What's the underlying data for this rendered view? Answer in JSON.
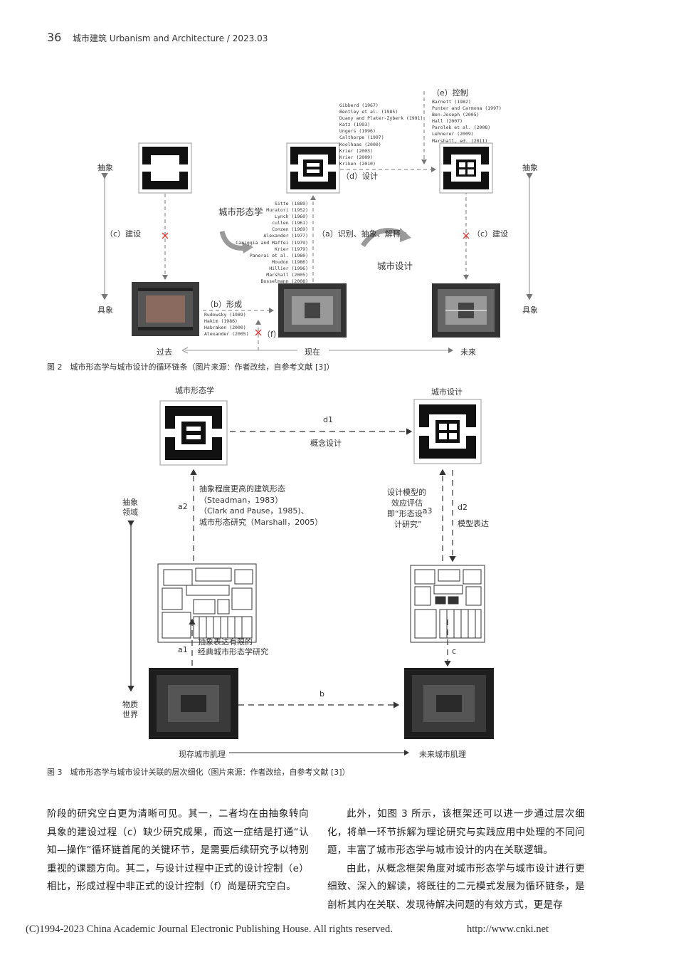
{
  "header": {
    "page_number": "36",
    "journal": "城市建筑 Urbanism and Architecture / 2023.03"
  },
  "fig2": {
    "left_abstract": "抽象",
    "left_concrete": "具象",
    "right_abstract": "抽象",
    "right_concrete": "具象",
    "c_build_left": "（c）建设",
    "c_build_right": "（c）建设",
    "a_label": "（a）识别、抽象、解释",
    "b_label": "（b）形成",
    "d_label": "（d）设计",
    "e_label": "（e）控制",
    "f_label": "（f）",
    "morphology": "城市形态学",
    "urban_design": "城市设计",
    "past": "过去",
    "present": "现在",
    "future": "未来",
    "d_refs": [
      "Gibberd (1967)",
      "Bentley et al. (1985)",
      "Duany and Plater-Zyberk (1991)",
      "Katz (1993)",
      "Ungers (1996)",
      "Calthorpe (1997)",
      "Koolhaas (2000)",
      "Krier (2003)",
      "Krier (2009)",
      "Kriken (2010)"
    ],
    "e_refs": [
      "Barnett (1982)",
      "Punter and Carmona (1997)",
      "Ben-Joseph (2005)",
      "Hall (2007)",
      "Parolek et al. (2008)",
      "Lehnerer (2009)",
      "Marshall, ed. (2011)"
    ],
    "a_refs": [
      "Sitte (1889)",
      "Muratori (1952)",
      "Lynch (1960)",
      "cullen (1961)",
      "Conzen (1969)",
      "Alexander (1977)",
      "Caniggia and Maffei (1979)",
      "Krier (1979)",
      "Panerai et al. (1980)",
      "Moudon (1986)",
      "Hillier (1996)",
      "Marshall (2005)",
      "Bosselmann (2008)"
    ],
    "b_refs": [
      "Rudowsky (1989)",
      "Hakim (1986)",
      "Habraken (2000)",
      "Alexander (2005)"
    ],
    "caption": "图 2　城市形态学与城市设计的循环链条（图片来源：作者改绘，自参考文献 [3]）"
  },
  "fig3": {
    "morphology": "城市形态学",
    "urban_design": "城市设计",
    "d1": "d1",
    "concept_design": "概念设计",
    "a2": "a2",
    "a2_text": [
      "抽象程度更高的建筑形态",
      "（Steadman，1983）",
      "（Clark and Pause，1985)、",
      "城市形态研究（Marshall，2005）"
    ],
    "abstract_domain": [
      "抽象",
      "领域"
    ],
    "physical_world": [
      "物质",
      "世界"
    ],
    "a3_text_1": "设计模型的",
    "a3_text_2": "效应评估",
    "a3_text_3": "即“形态设",
    "a3_label": "a3",
    "a3_text_4": "计研究”",
    "d2": "d2",
    "model_expression": "模型表达",
    "a1": "a1",
    "a1_text": [
      "抽象表达有限的",
      "经典城市形态学研究"
    ],
    "c": "c",
    "b": "b",
    "existing": "现存城市肌理",
    "future": "未来城市肌理",
    "caption": "图 3　城市形态学与城市设计关联的层次细化（图片来源：作者改绘，自参考文献 [3]）"
  },
  "body": {
    "left_col": "阶段的研究空白更为清晰可见。其一，二者均在由抽象转向具象的建设过程（c）缺少研究成果，而这一症结是打通“认知—操作”循环链首尾的关键环节，是需要后续研究予以特别重视的课题方向。其二，与设计过程中正式的设计控制（e）相比，形成过程中非正式的设计控制（f）尚是研究空白。",
    "right_p1": "此外，如图 3 所示，该框架还可以进一步通过层次细化，将单一环节拆解为理论研究与实践应用中处理的不同问题，丰富了城市形态学与城市设计的内在关联逻辑。",
    "right_p2": "由此，从概念框架角度对城市形态学与城市设计进行更细致、深入的解读，将既往的二元模式发展为循环链条，是剖析其内在关联、发现待解决问题的有效方式，更是存"
  },
  "footer": {
    "copyright": "(C)1994-2023 China Academic Journal Electronic Publishing House. All rights reserved.",
    "url": "http://www.cnki.net"
  }
}
